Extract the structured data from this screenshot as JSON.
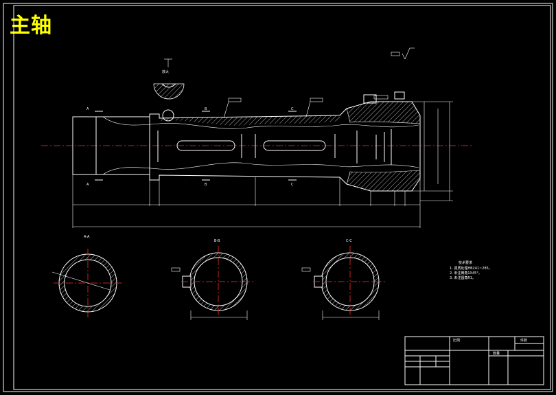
{
  "title": "主轴",
  "section_labels": {
    "aa": "A-A",
    "bb": "B-B",
    "cc": "C-C",
    "a": "A",
    "b": "B",
    "c": "C"
  },
  "detail_label": "放大",
  "notes": {
    "heading": "技术要求",
    "items": [
      "1. 调质处理HB241~285。",
      "2. 未注倒角1X45°。",
      "3. 未注圆角R1。"
    ]
  },
  "title_block": {
    "scale_label": "比例",
    "count_label": "件数",
    "qty_label": "数量"
  },
  "colors": {
    "background": "#000000",
    "line": "#ffffff",
    "centerline": "#ff2a2a",
    "title": "#ffff00"
  }
}
